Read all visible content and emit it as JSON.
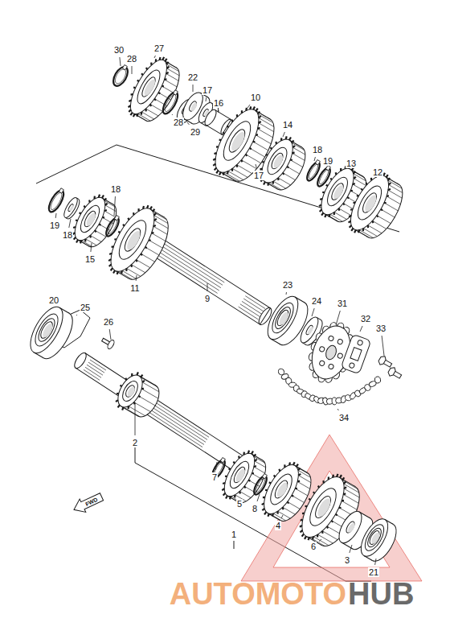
{
  "diagram": {
    "labels": [
      "30",
      "28",
      "27",
      "22",
      "17",
      "16",
      "10",
      "28",
      "29",
      "14",
      "18",
      "19",
      "13",
      "12",
      "17",
      "18",
      "19",
      "18",
      "15",
      "11",
      "23",
      "9",
      "20",
      "24",
      "31",
      "25",
      "32",
      "26",
      "33",
      "34",
      "2",
      "7",
      "5",
      "FWD",
      "8",
      "4",
      "1",
      "6",
      "3",
      "21",
      "AUTOMOTO",
      "HUB"
    ]
  }
}
